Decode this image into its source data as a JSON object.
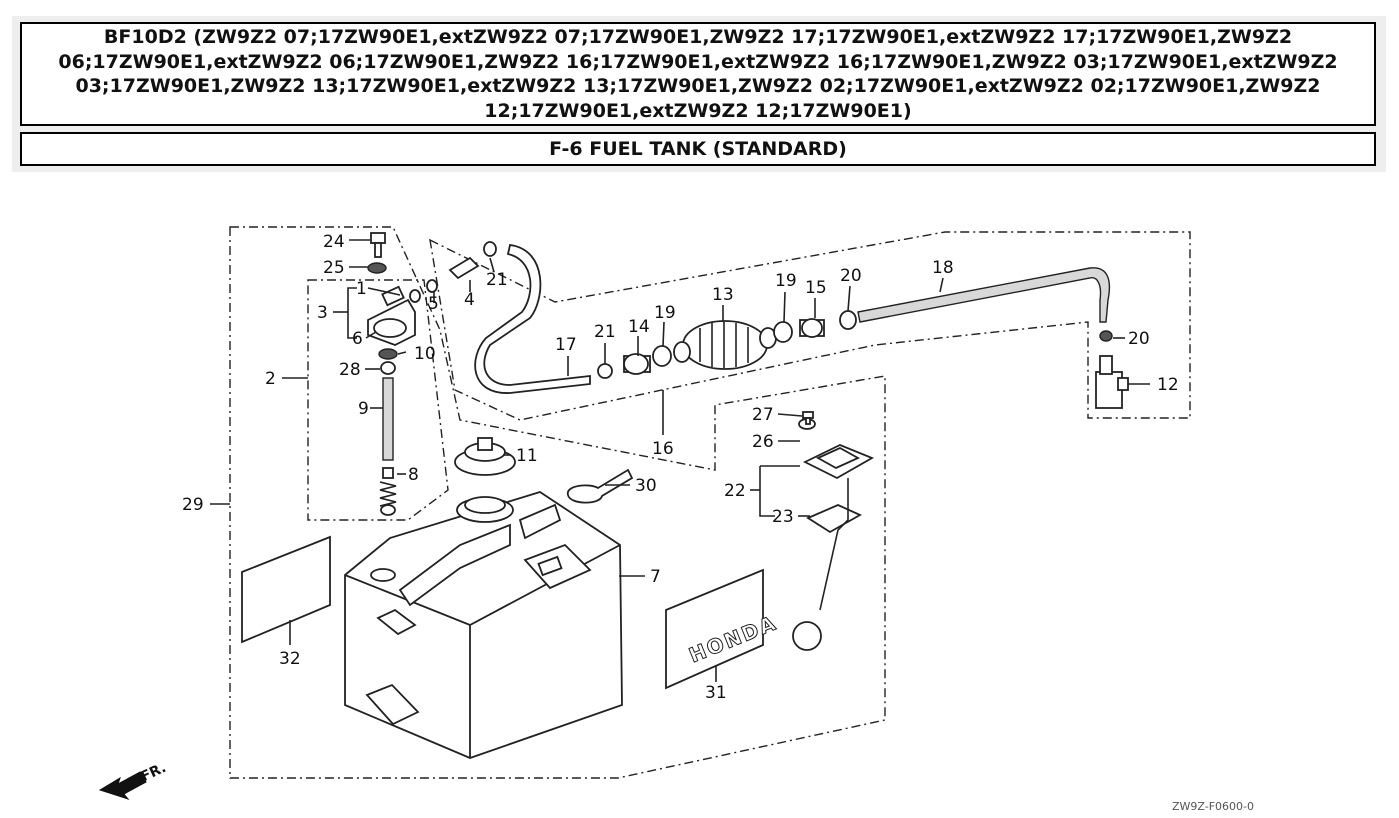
{
  "header": {
    "model_title": "BF10D2 (ZW9Z2 07;17ZW90E1,extZW9Z2 07;17ZW90E1,ZW9Z2 17;17ZW90E1,extZW9Z2 17;17ZW90E1,ZW9Z2 06;17ZW90E1,extZW9Z2 06;17ZW90E1,ZW9Z2 16;17ZW90E1,extZW9Z2 16;17ZW90E1,ZW9Z2 03;17ZW90E1,extZW9Z2 03;17ZW90E1,ZW9Z2 13;17ZW90E1,extZW9Z2 13;17ZW90E1,ZW9Z2 02;17ZW90E1,extZW9Z2 02;17ZW90E1,ZW9Z2 12;17ZW90E1,extZW9Z2 12;17ZW90E1)",
    "section_title": "F-6 FUEL TANK (STANDARD)"
  },
  "diagram": {
    "callouts": {
      "c1": "1",
      "c2": "2",
      "c3": "3",
      "c4": "4",
      "c5": "5",
      "c6": "6",
      "c7": "7",
      "c8": "8",
      "c9": "9",
      "c10": "10",
      "c11": "11",
      "c12": "12",
      "c13": "13",
      "c14": "14",
      "c15": "15",
      "c16": "16",
      "c17": "17",
      "c18": "18",
      "c19a": "19",
      "c19b": "19",
      "c20a": "20",
      "c20b": "20",
      "c21a": "21",
      "c21b": "21",
      "c22": "22",
      "c23": "23",
      "c24": "24",
      "c25": "25",
      "c26": "26",
      "c27": "27",
      "c28": "28",
      "c29": "29",
      "c30": "30",
      "c31": "31",
      "c32": "32"
    },
    "front_arrow_label": "FR.",
    "decal_brand": "HONDA",
    "drawing_code": "ZW9Z-F0600-0"
  }
}
